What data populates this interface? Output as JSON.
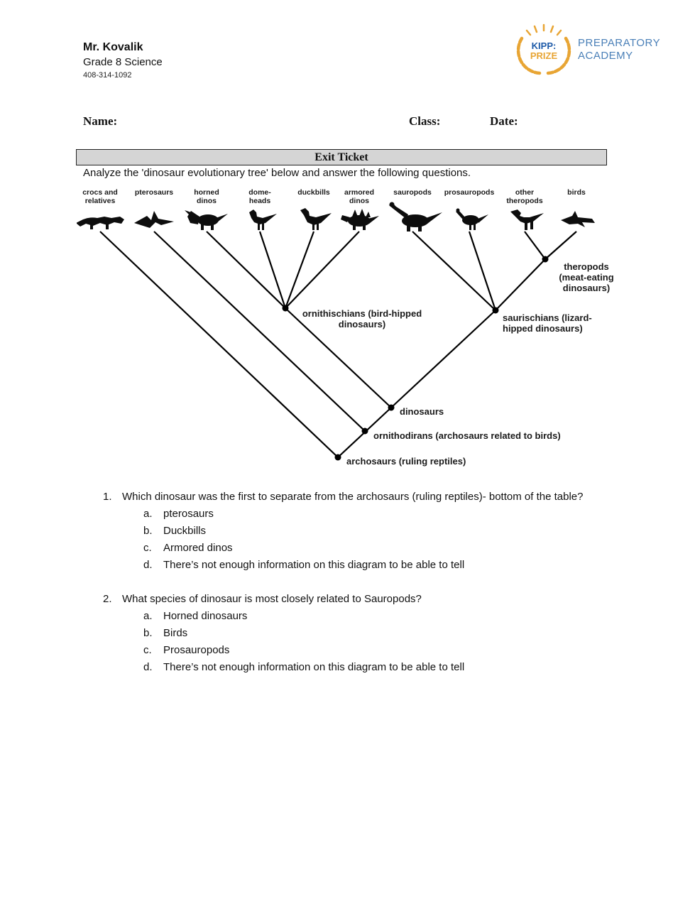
{
  "header": {
    "teacher_name": "Mr. Kovalik",
    "course": "Grade 8 Science",
    "phone": "408-314-1092"
  },
  "logo": {
    "kipp": "KIPP:",
    "prize": "PRIZE",
    "preparatory": "PREPARATORY",
    "academy": "ACADEMY",
    "gold": "#e8a534",
    "blue": "#1d5aa8"
  },
  "fields": {
    "name_label": "Name:",
    "class_label": "Class:",
    "date_label": "Date:"
  },
  "exit_ticket": {
    "title": "Exit Ticket",
    "instructions": "Analyze the 'dinosaur evolutionary tree' below and answer the following questions."
  },
  "diagram": {
    "taxa": [
      {
        "line1": "crocs and",
        "line2": "relatives"
      },
      {
        "line1": "pterosaurs",
        "line2": ""
      },
      {
        "line1": "horned",
        "line2": "dinos"
      },
      {
        "line1": "dome-",
        "line2": "heads"
      },
      {
        "line1": "duckbills",
        "line2": ""
      },
      {
        "line1": "armored",
        "line2": "dinos"
      },
      {
        "line1": "sauropods",
        "line2": ""
      },
      {
        "line1": "prosauropods",
        "line2": ""
      },
      {
        "line1": "other",
        "line2": "theropods"
      },
      {
        "line1": "birds",
        "line2": ""
      }
    ],
    "nodes": {
      "theropods_1": "theropods",
      "theropods_2": "(meat-eating",
      "theropods_3": "dinosaurs)",
      "ornithischians_1": "ornithischians (bird-hipped",
      "ornithischians_2": "dinosaurs)",
      "saurischians_1": "saurischians (lizard-",
      "saurischians_2": "hipped dinosaurs)",
      "dinosaurs": "dinosaurs",
      "ornithodirans": "ornithodirans (archosaurs related to birds)",
      "archosaurs": "archosaurs (ruling reptiles)"
    }
  },
  "questions": [
    {
      "number": "1.",
      "text": "Which dinosaur was the first to separate from the archosaurs (ruling reptiles)- bottom of the table?",
      "options": [
        {
          "letter": "a.",
          "text": "pterosaurs"
        },
        {
          "letter": "b.",
          "text": "Duckbills"
        },
        {
          "letter": "c.",
          "text": "Armored dinos"
        },
        {
          "letter": "d.",
          "text": "There’s not enough information on this diagram to be able to tell"
        }
      ]
    },
    {
      "number": "2.",
      "text": "What species of dinosaur is most closely related to Sauropods?",
      "options": [
        {
          "letter": "a.",
          "text": "Horned dinosaurs"
        },
        {
          "letter": "b.",
          "text": "Birds"
        },
        {
          "letter": "c.",
          "text": "Prosauropods"
        },
        {
          "letter": "d.",
          "text": "There’s not enough information on this diagram to be able to tell"
        }
      ]
    }
  ]
}
